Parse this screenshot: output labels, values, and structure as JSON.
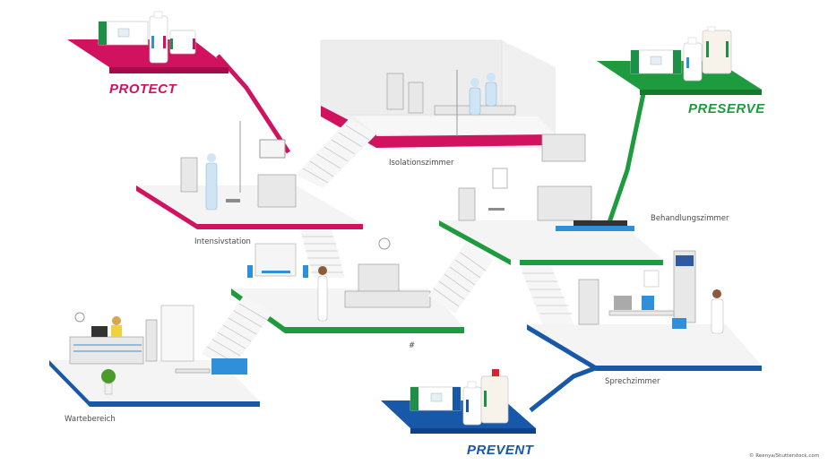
{
  "categories": [
    {
      "id": "protect",
      "label": "PROTECT",
      "color": "#d0125f"
    },
    {
      "id": "preserve",
      "label": "PRESERVE",
      "color": "#1e9a3f"
    },
    {
      "id": "prevent",
      "label": "PREVENT",
      "color": "#1858a8"
    }
  ],
  "rooms": [
    {
      "id": "isolationszimmer",
      "label": "Isolationszimmer",
      "category": "protect"
    },
    {
      "id": "intensivstation",
      "label": "Intensivstation",
      "category": "protect"
    },
    {
      "id": "behandlungszimmer",
      "label": "Behandlungszimmer",
      "category": "preserve"
    },
    {
      "id": "patientenzimmer",
      "label": "#",
      "category": "preserve"
    },
    {
      "id": "sprechzimmer",
      "label": "Sprechzimmer",
      "category": "prevent"
    },
    {
      "id": "wartebereich",
      "label": "Wartebereich",
      "category": "prevent"
    }
  ],
  "products": {
    "protect": [
      "wipes-pack",
      "disinfectant-bottle",
      "wipes-bucket"
    ],
    "preserve": [
      "wipes-pack",
      "disinfectant-bottle",
      "canister"
    ],
    "prevent": [
      "wipes-pack",
      "disinfectant-bottle",
      "canister"
    ]
  },
  "credit": "© Reenya/Shutterstock.com",
  "colors": {
    "protect": "#d0125f",
    "preserve": "#1e9a3f",
    "prevent": "#1858a8",
    "floor": "#f4f4f4",
    "label_text": "#4a4a4a"
  }
}
